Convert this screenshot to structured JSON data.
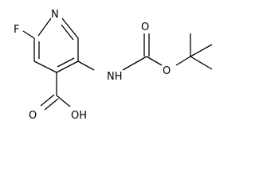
{
  "structure": {
    "atoms": {
      "N_ring": "N",
      "F": "F",
      "NH": "NH",
      "O_carbonyl_carbamate": "O",
      "O_ester": "O",
      "O_carbonyl_acid": "O",
      "OH": "OH"
    }
  }
}
